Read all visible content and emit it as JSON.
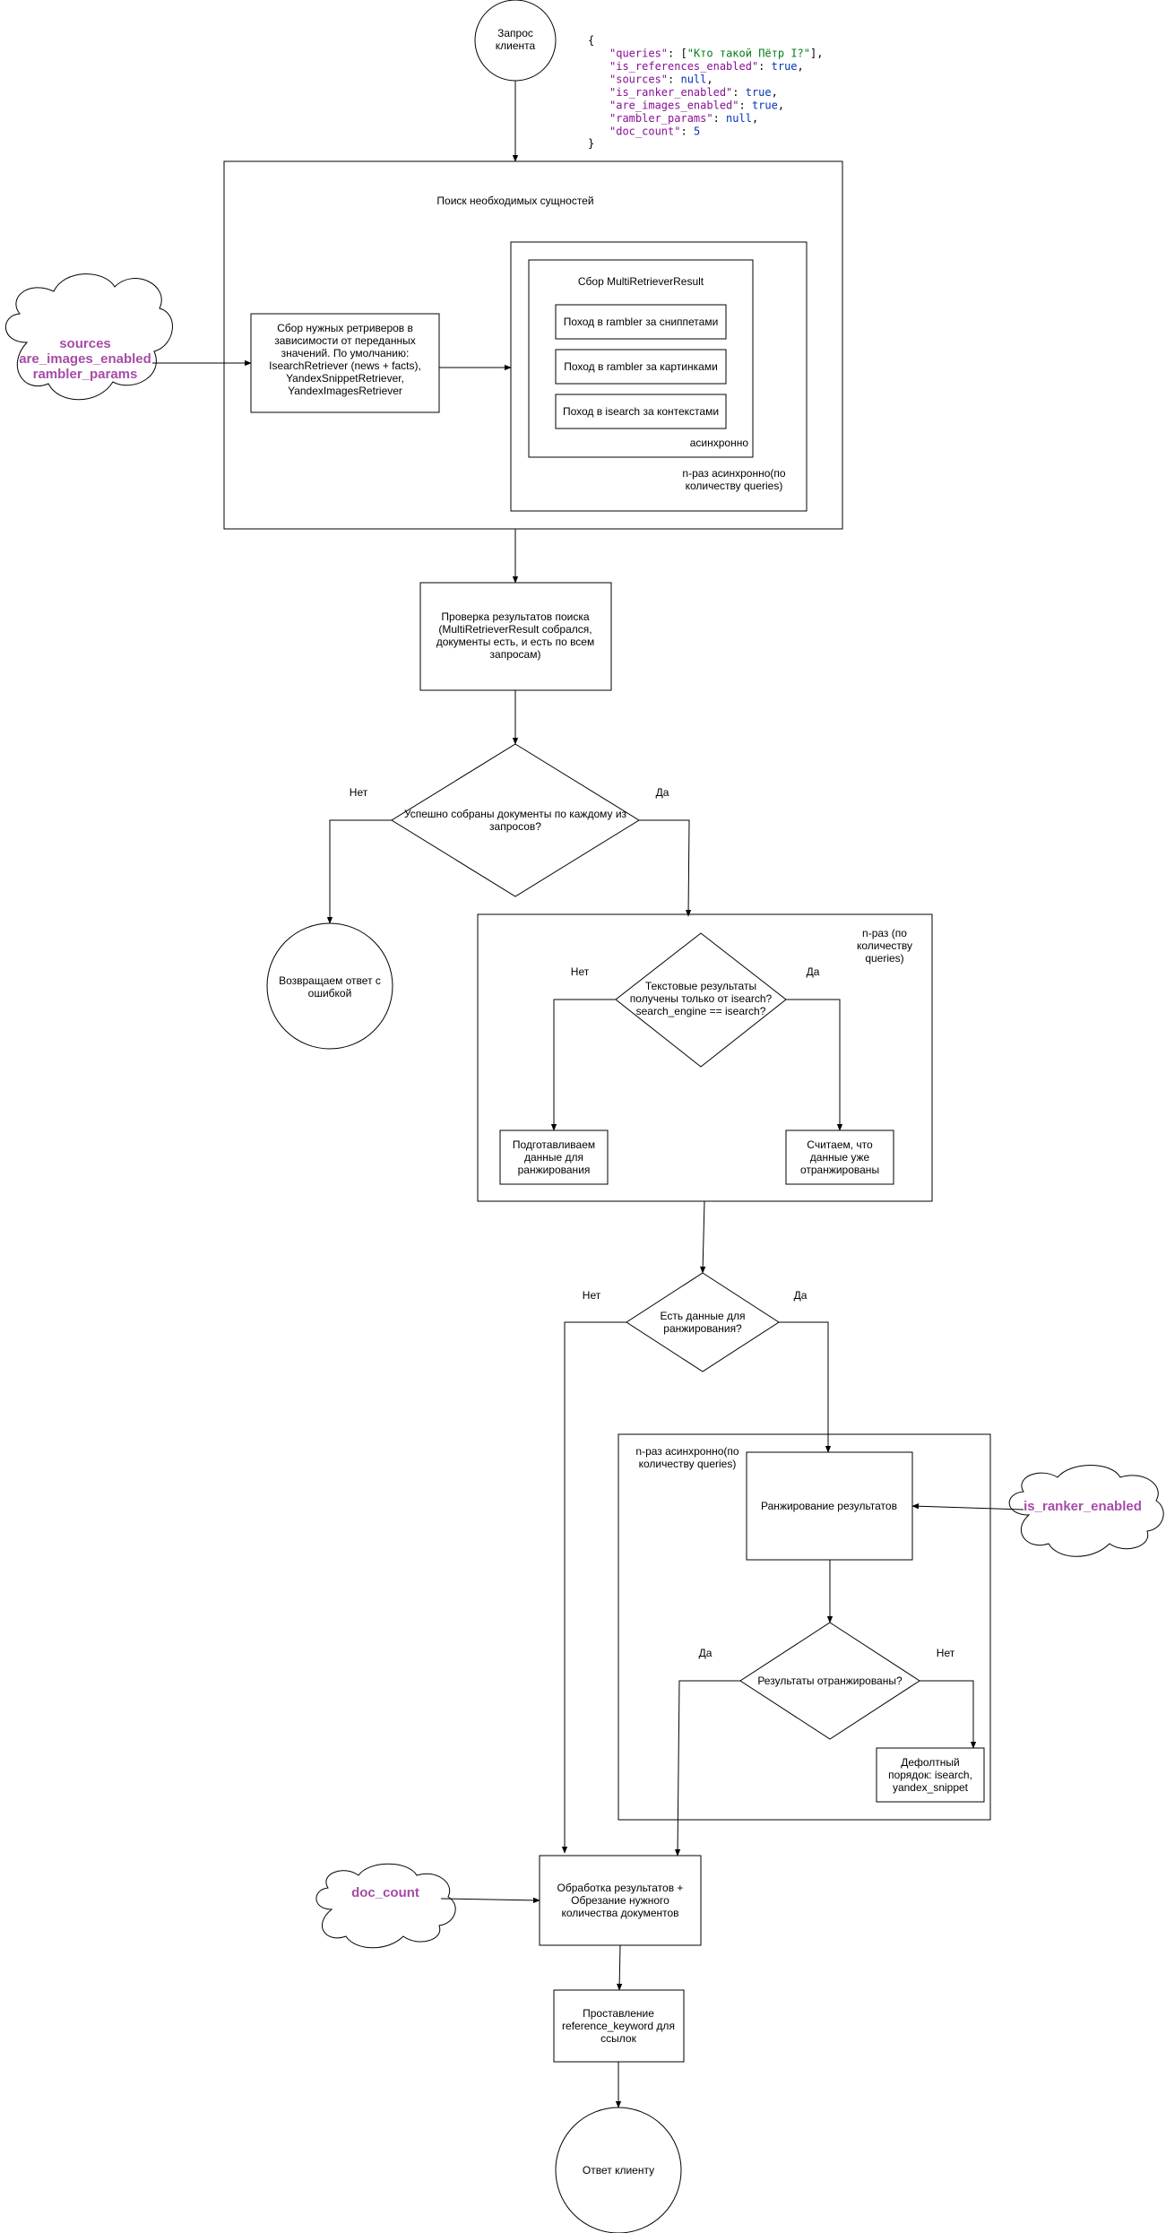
{
  "colors": {
    "stroke": "#000000",
    "background": "#ffffff",
    "param_highlight": "#A64CA6",
    "json_key": "#871094",
    "json_string": "#067D17",
    "json_literal": "#0033B3"
  },
  "nodes": {
    "client_request": [
      "Запрос",
      "клиента"
    ],
    "search_box_title": "Поиск необходимых сущностей",
    "collect_retrievers": [
      "Сбор нужных ретриверов в",
      "зависимости от переданных",
      "значений. По умолчанию:",
      "IsearchRetriever (news + facts),",
      "YandexSnippetRetriever,",
      "YandexImagesRetriever"
    ],
    "multi_title": "Сбор MultiRetrieverResult",
    "rambler_snippets": "Поход в rambler за сниппетами",
    "rambler_images": "Поход в rambler за картинками",
    "isearch_contexts": "Поход в isearch за контекстами",
    "async_label": "асинхронно",
    "n_async_queries_1": [
      "n-раз асинхронно(по",
      "количеству queries)"
    ],
    "check_results": [
      "Проверка результатов поиска",
      "(MultiRetrieverResult собрался,",
      "документы есть, и есть по всем",
      "запросам)"
    ],
    "docs_collected_q": [
      "Успешно собраны документы по каждому из",
      "запросов?"
    ],
    "return_error": [
      "Возвращаем ответ с",
      "ошибкой"
    ],
    "n_times_queries": [
      "n-раз (по",
      "количеству",
      "queries)"
    ],
    "isearch_only_q": [
      "Текстовые результаты",
      "получены только от isearch?",
      "search_engine == isearch?"
    ],
    "prepare_ranking": [
      "Подготавливаем",
      "данные для",
      "ранжирования"
    ],
    "already_ranked": [
      "Считаем, что",
      "данные уже",
      "отранжированы"
    ],
    "has_ranking_data_q": [
      "Есть данные для",
      "ранжирования?"
    ],
    "n_async_queries_2": [
      "n-раз асинхронно(по",
      "количеству queries)"
    ],
    "rank_results": "Ранжирование результатов",
    "ranked_q": "Результаты отранжированы?",
    "default_order": [
      "Дефолтный",
      "порядок: isearch,",
      "yandex_snippet"
    ],
    "process_results": [
      "Обработка результатов +",
      "Обрезание нужного",
      "количества документов"
    ],
    "set_reference": [
      "Проставление",
      "reference_keyword для",
      "ссылок"
    ],
    "client_response": "Ответ клиенту"
  },
  "clouds": {
    "retriever_params": [
      "sources",
      "are_images_enabled",
      "rambler_params"
    ],
    "ranker_param": "is_ranker_enabled",
    "count_param": "doc_count"
  },
  "edge_labels": {
    "no": "Нет",
    "yes": "Да"
  },
  "request_json": {
    "open": "{",
    "close": "}",
    "lines": [
      {
        "key": "\"queries\"",
        "sep": ": ",
        "parts": [
          {
            "t": "[",
            "c": "p"
          },
          {
            "t": "\"Кто такой Пётр I?\"",
            "c": "s"
          },
          {
            "t": "],",
            "c": "p"
          }
        ]
      },
      {
        "key": "\"is_references_enabled\"",
        "sep": ": ",
        "parts": [
          {
            "t": "true",
            "c": "l"
          },
          {
            "t": ",",
            "c": "p"
          }
        ]
      },
      {
        "key": "\"sources\"",
        "sep": ": ",
        "parts": [
          {
            "t": "null",
            "c": "l"
          },
          {
            "t": ",",
            "c": "p"
          }
        ]
      },
      {
        "key": "\"is_ranker_enabled\"",
        "sep": ": ",
        "parts": [
          {
            "t": "true",
            "c": "l"
          },
          {
            "t": ",",
            "c": "p"
          }
        ]
      },
      {
        "key": "\"are_images_enabled\"",
        "sep": ": ",
        "parts": [
          {
            "t": "true",
            "c": "l"
          },
          {
            "t": ",",
            "c": "p"
          }
        ]
      },
      {
        "key": "\"rambler_params\"",
        "sep": ": ",
        "parts": [
          {
            "t": "null",
            "c": "l"
          },
          {
            "t": ",",
            "c": "p"
          }
        ]
      },
      {
        "key": "\"doc_count\"",
        "sep": ": ",
        "parts": [
          {
            "t": "5",
            "c": "l"
          }
        ]
      }
    ]
  }
}
